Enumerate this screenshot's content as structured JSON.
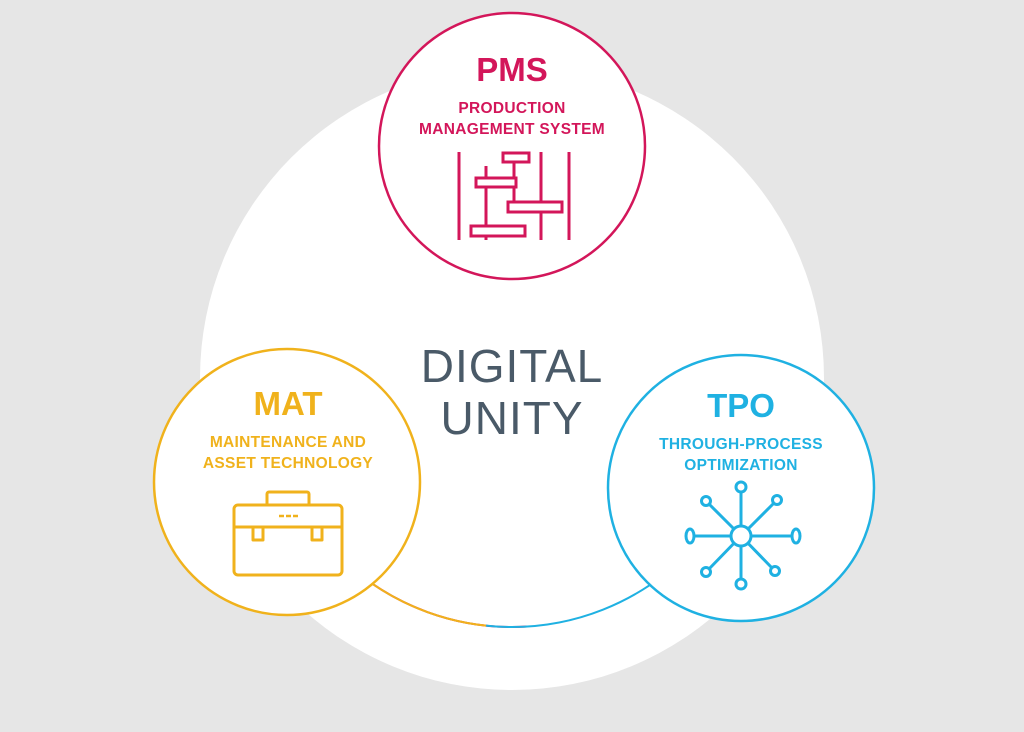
{
  "center": {
    "line1": "DIGITAL",
    "line2": "UNITY"
  },
  "nodes": {
    "pms": {
      "abbr": "PMS",
      "name_line1": "PRODUCTION",
      "name_line2": "MANAGEMENT SYSTEM",
      "icon": "gantt-chart-icon"
    },
    "mat": {
      "abbr": "MAT",
      "name_line1": "MAINTENANCE AND",
      "name_line2": "ASSET TECHNOLOGY",
      "icon": "toolbox-icon"
    },
    "tpo": {
      "abbr": "TPO",
      "name_line1": "THROUGH-PROCESS",
      "name_line2": "OPTIMIZATION",
      "icon": "network-hub-icon"
    }
  },
  "colors": {
    "background": "#e6e6e6",
    "backdrop": "#ffffff",
    "pms": "#d3165a",
    "mat": "#f0b21c",
    "tpo": "#1fb1e2",
    "center_text": "#4a5a68"
  }
}
